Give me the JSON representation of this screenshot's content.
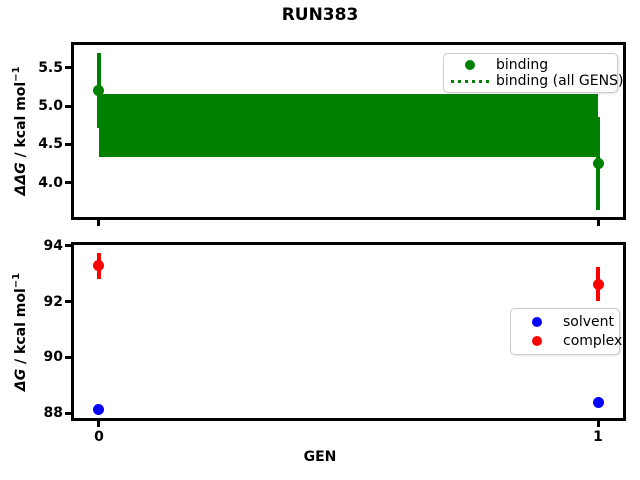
{
  "figure": {
    "title": "RUN383",
    "background": "#ffffff"
  },
  "chart_data": [
    {
      "type": "scatter",
      "id": "ddg-subplot",
      "ylabel": "ΔΔG / kcal mol⁻¹",
      "ylabel_parts": {
        "symbol": "ΔΔG",
        "rest": " / kcal mol",
        "sup_exponent": "−1"
      },
      "xlabel": "",
      "grid": false,
      "x": [
        0,
        1
      ],
      "xlim": [
        -0.05,
        1.05
      ],
      "ylim": [
        3.55,
        5.8
      ],
      "yticks": [
        4.0,
        4.5,
        5.0,
        5.5
      ],
      "ytick_labels": [
        "4.0",
        "4.5",
        "5.0",
        "5.5"
      ],
      "xticks": [
        0,
        1
      ],
      "xtick_labels": [
        "",
        ""
      ],
      "series": [
        {
          "name": "binding",
          "type": "points",
          "marker": "circle",
          "color": "#008000",
          "y": [
            5.2,
            4.25
          ],
          "yerr": [
            0.49,
            0.61
          ]
        },
        {
          "name": "binding (all GENS)",
          "type": "band",
          "line_style": "dotted",
          "color": "#008000",
          "band_low": 4.33,
          "band_high": 5.16
        }
      ],
      "legend": {
        "position": "upper right",
        "entries": [
          "binding",
          "binding (all GENS)"
        ]
      }
    },
    {
      "type": "scatter",
      "id": "dg-subplot",
      "ylabel": "ΔG / kcal mol⁻¹",
      "ylabel_parts": {
        "symbol": "ΔG",
        "rest": " / kcal mol",
        "sup_exponent": "−1"
      },
      "xlabel": "GEN",
      "grid": false,
      "x": [
        0,
        1
      ],
      "xlim": [
        -0.05,
        1.05
      ],
      "ylim": [
        87.83,
        94.03
      ],
      "yticks": [
        88,
        90,
        92,
        94
      ],
      "ytick_labels": [
        "88",
        "90",
        "92",
        "94"
      ],
      "xticks": [
        0,
        1
      ],
      "xtick_labels": [
        "0",
        "1"
      ],
      "series": [
        {
          "name": "solvent",
          "type": "points",
          "marker": "circle",
          "color": "#0000ff",
          "y": [
            88.12,
            88.38
          ],
          "yerr": [
            0,
            0
          ]
        },
        {
          "name": "complex",
          "type": "points",
          "marker": "circle",
          "color": "#ff0000",
          "y": [
            93.28,
            92.63
          ],
          "yerr": [
            0.46,
            0.62
          ]
        }
      ],
      "legend": {
        "position": "center right",
        "entries": [
          "solvent",
          "complex"
        ]
      }
    }
  ]
}
